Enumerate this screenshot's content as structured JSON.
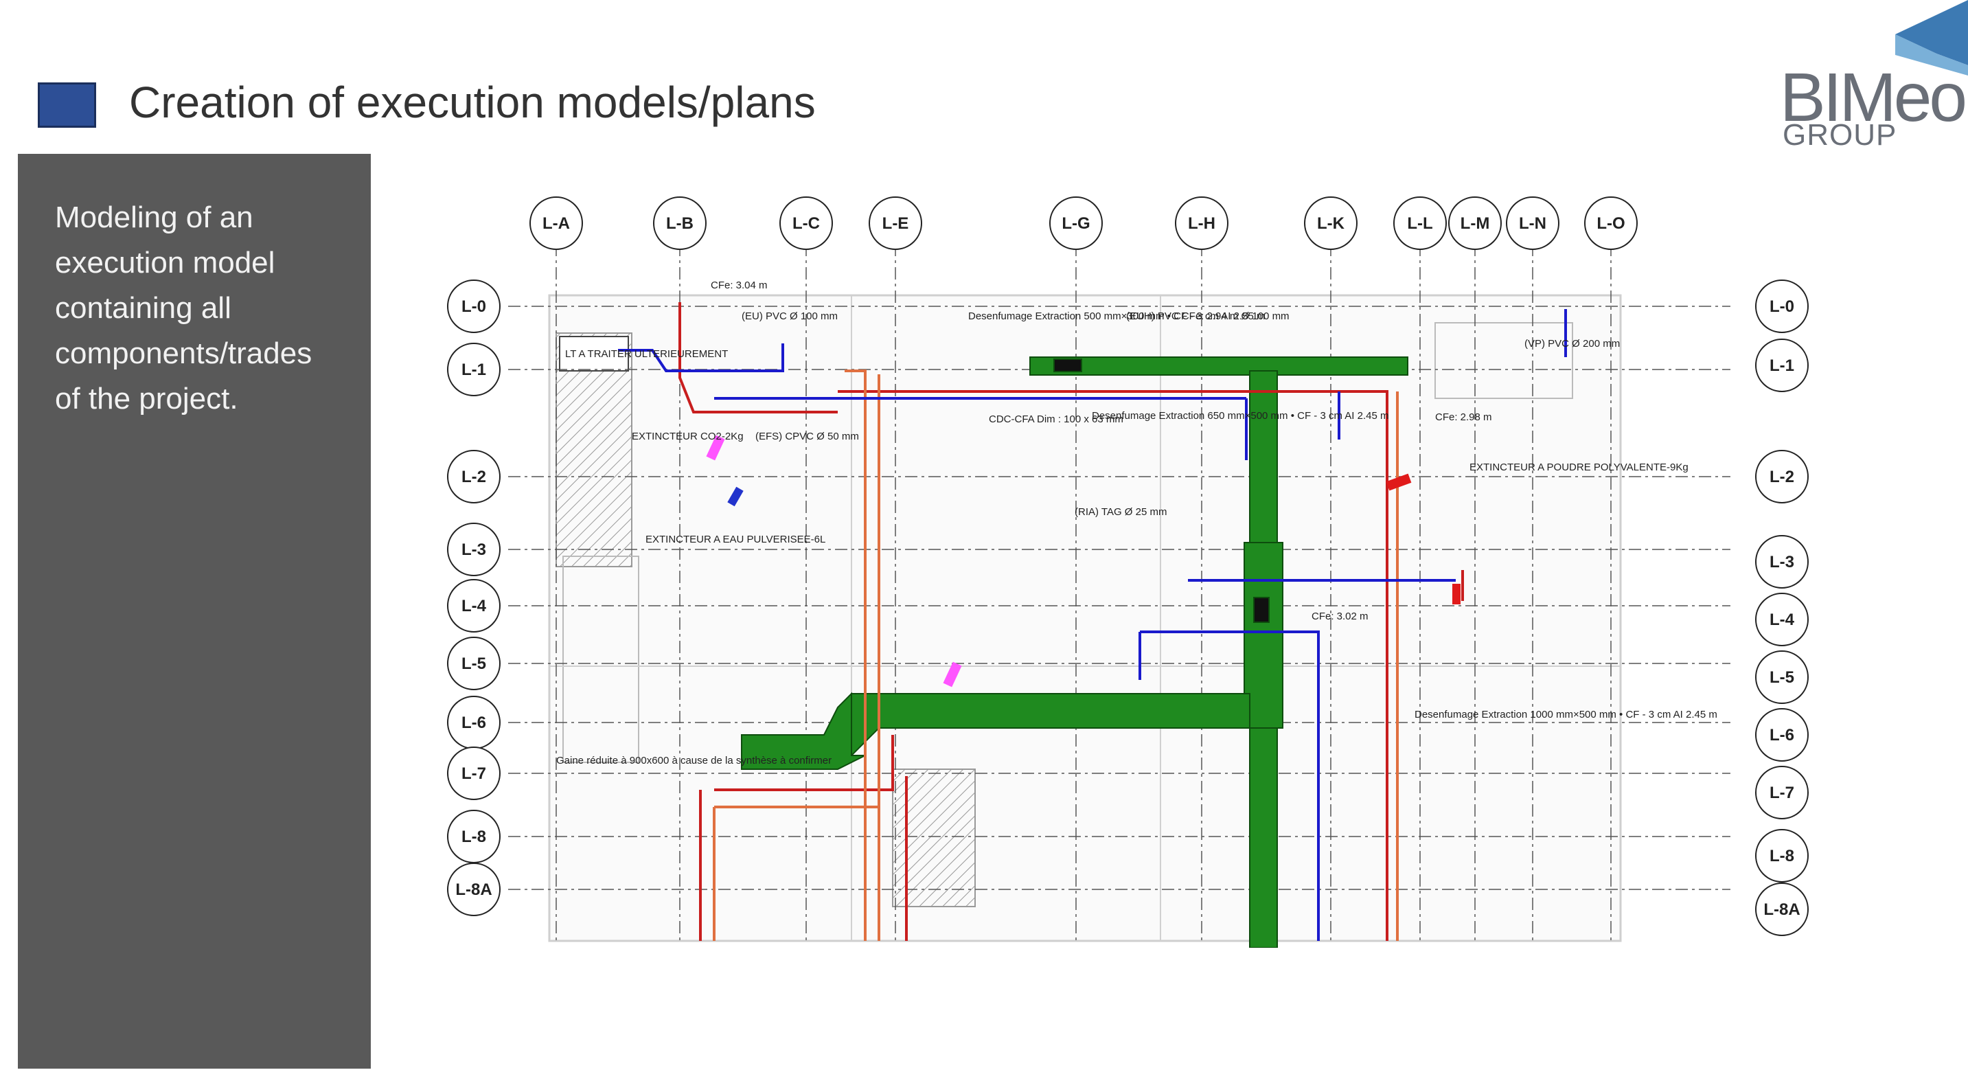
{
  "header": {
    "title": "Creation of execution models/plans",
    "accent_color": "#2d4f96"
  },
  "logo": {
    "brand": "BIMeo",
    "group": "GROUP"
  },
  "side_panel": {
    "lines": [
      "Modeling of an",
      "execution model",
      "containing all",
      "components/trades",
      "of the project."
    ]
  },
  "plan": {
    "top_grid_labels": [
      "L-A",
      "L-B",
      "L-C",
      "L-E",
      "L-G",
      "L-H",
      "L-K",
      "L-L",
      "L-M",
      "L-N",
      "L-O"
    ],
    "left_grid_labels": [
      "L-0",
      "L-1",
      "L-2",
      "L-3",
      "L-4",
      "L-5",
      "L-6",
      "L-7",
      "L-8",
      "L-8A"
    ],
    "right_grid_labels": [
      "L-0",
      "L-1",
      "L-2",
      "L-3",
      "L-4",
      "L-5",
      "L-6",
      "L-7",
      "L-8",
      "L-8A"
    ],
    "annotations": [
      "LT A TRAITER ULTERIEUREMENT",
      "CFe: 3.04 m",
      "(EU) PVC Ø 100 mm",
      "Desenfumage Extraction 500 mm×300 mm • CF - 3 cm AI 2.55 m",
      "(EUH) PVC CFe: 2.94 m Ø 100 mm",
      "CDC-CFA Dim : 100 x 63 mm",
      "Desenfumage Extraction 650 mm×500 mm • CF - 3 cm AI 2.45 m",
      "EXTINCTEUR CO2-2Kg",
      "(EFS) CPVC Ø 50 mm",
      "EXTINCTEUR A POUDRE POLYVALENTE-9Kg",
      "(VP) PVC Ø 200 mm",
      "EXTINCTEUR A EAU PULVERISEE-6L",
      "(RIA) TAG Ø 25 mm",
      "Desenfumage Extraction 1000 mm×500 mm • CF - 3 cm AI 2.45 m",
      "Gaine réduite à 900x600 à cause de la synthèse à confirmer",
      "CFe: 2.98 m",
      "CFe: 3.02 m"
    ]
  },
  "colors": {
    "duct_green": "#1f8a1f",
    "pipe_blue": "#1a1acc",
    "pipe_red": "#c81e1e",
    "pipe_orange": "#e07040",
    "grid_dash": "#555555"
  }
}
